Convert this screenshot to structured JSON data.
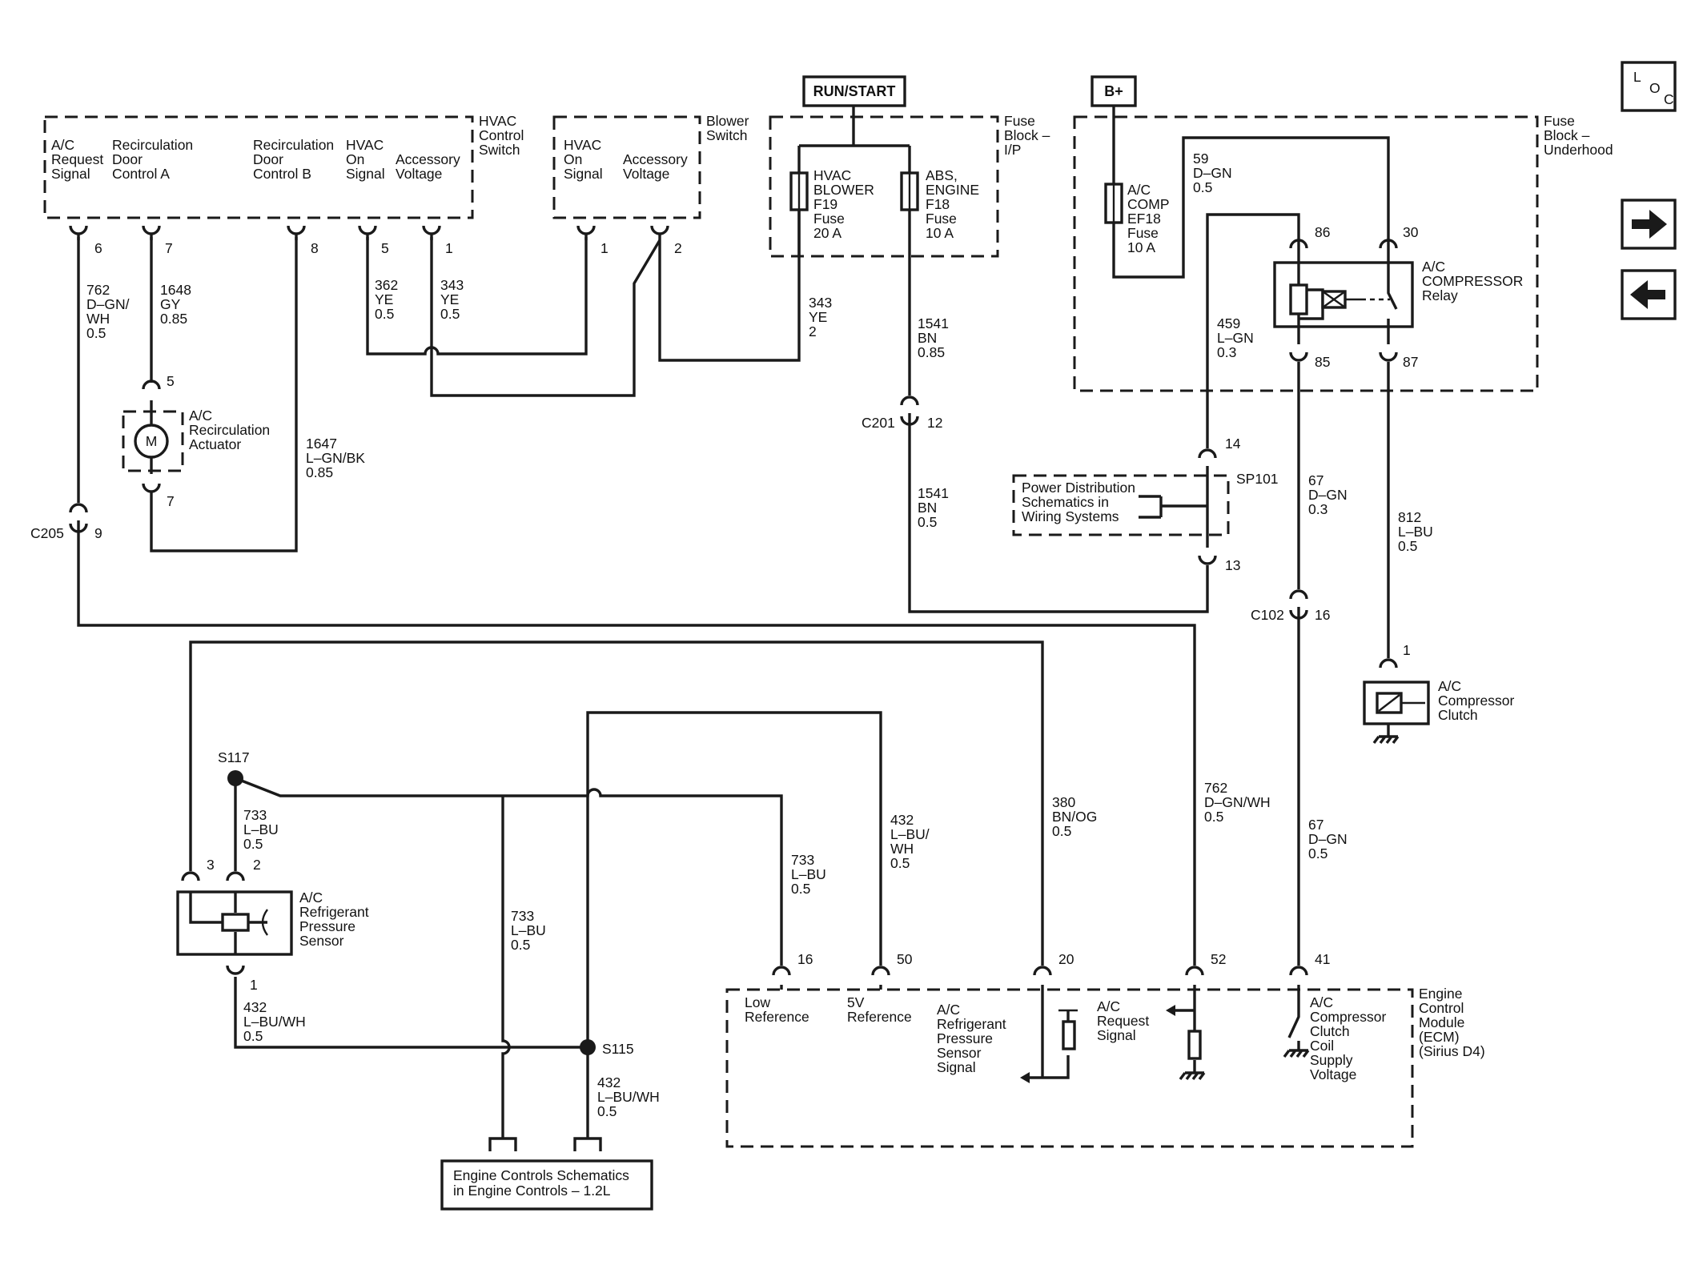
{
  "boxes": {
    "hvac_control_switch": "HVAC\nControl\nSwitch",
    "blower_switch": "Blower\nSwitch",
    "fuse_block_ip": "Fuse\nBlock –\nI/P",
    "fuse_block_underhood": "Fuse\nBlock –\nUnderhood",
    "ecm": "Engine\nControl\nModule\n(ECM)\n(Sirius D4)",
    "power_distribution": "Power Distribution\nSchematics in\nWiring Systems",
    "engine_controls": "Engine Controls Schematics\nin Engine Controls – 1.2L"
  },
  "supply": {
    "run_start": "RUN/START",
    "bplus": "B+"
  },
  "nav": {
    "loc": "L O C"
  },
  "hvac_pins": {
    "ac_request": "A/C\nRequest\nSignal",
    "recirc_a": "Recirculation\nDoor\nControl A",
    "recirc_b": "Recirculation\nDoor\nControl B",
    "hvac_on": "HVAC\nOn\nSignal",
    "acc_voltage": "Accessory\nVoltage"
  },
  "blower_pins": {
    "hvac_on": "HVAC\nOn\nSignal",
    "acc_voltage": "Accessory\nVoltage"
  },
  "fuses": {
    "f19": "HVAC\nBLOWER\nF19\nFuse\n20 A",
    "f18": "ABS,\nENGINE\nF18\nFuse\n10 A",
    "ef18": "A/C\nCOMP\nEF18\nFuse\n10 A"
  },
  "components": {
    "recirc_actuator": "A/C\nRecirculation\nActuator",
    "motor": "M",
    "relay": "A/C\nCOMPRESSOR\nRelay",
    "clutch": "A/C\nCompressor\nClutch",
    "pressure_sensor": "A/C\nRefrigerant\nPressure\nSensor"
  },
  "ecm_pins": {
    "low_ref": "Low\nReference",
    "5v_ref": "5V\nReference",
    "pressure_signal": "A/C\nRefrigerant\nPressure\nSensor\nSignal",
    "request_signal": "A/C\nRequest\nSignal",
    "clutch_supply": "A/C\nCompressor\nClutch\nCoil\nSupply\nVoltage"
  },
  "pins": {
    "h6": "6",
    "h7": "7",
    "h8": "8",
    "h5": "5",
    "h1": "1",
    "b1": "1",
    "b2": "2",
    "m5": "5",
    "m7": "7",
    "c205": "C205",
    "c205_pin": "9",
    "c201": "C201",
    "c201_pin": "12",
    "sp101": "SP101",
    "sp14": "14",
    "sp13": "13",
    "r86": "86",
    "r30": "30",
    "r85": "85",
    "r87": "87",
    "c102": "C102",
    "c102_pin": "16",
    "cl1": "1",
    "s117": "S117",
    "s115": "S115",
    "ps3": "3",
    "ps2": "2",
    "ps1": "1",
    "e16": "16",
    "e50": "50",
    "e20": "20",
    "e52": "52",
    "e41": "41"
  },
  "wires": {
    "w762_top": "762\nD–GN/\nWH\n0.5",
    "w1648": "1648\nGY\n0.85",
    "w362": "362\nYE\n0.5",
    "w343_a": "343\nYE\n0.5",
    "w343_b": "343\nYE\n2",
    "w1541_a": "1541\nBN\n0.85",
    "w1541_b": "1541\nBN\n0.5",
    "w1647": "1647\nL–GN/BK\n0.85",
    "w59": "59\nD–GN\n0.5",
    "w459": "459\nL–GN\n0.3",
    "w67_a": "67\nD–GN\n0.3",
    "w67_b": "67\nD–GN\n0.5",
    "w812": "812\nL–BU\n0.5",
    "w733_a": "733\nL–BU\n0.5",
    "w733_b": "733\nL–BU\n0.5",
    "w733_c": "733\nL–BU\n0.5",
    "w432_a": "432\nL–BU/\nWH\n0.5",
    "w380": "380\nBN/OG\n0.5",
    "w762_b": "762\nD–GN/WH\n0.5",
    "w432_b": "432\nL–BU/WH\n0.5",
    "w432_c": "432\nL–BU/WH\n0.5"
  }
}
